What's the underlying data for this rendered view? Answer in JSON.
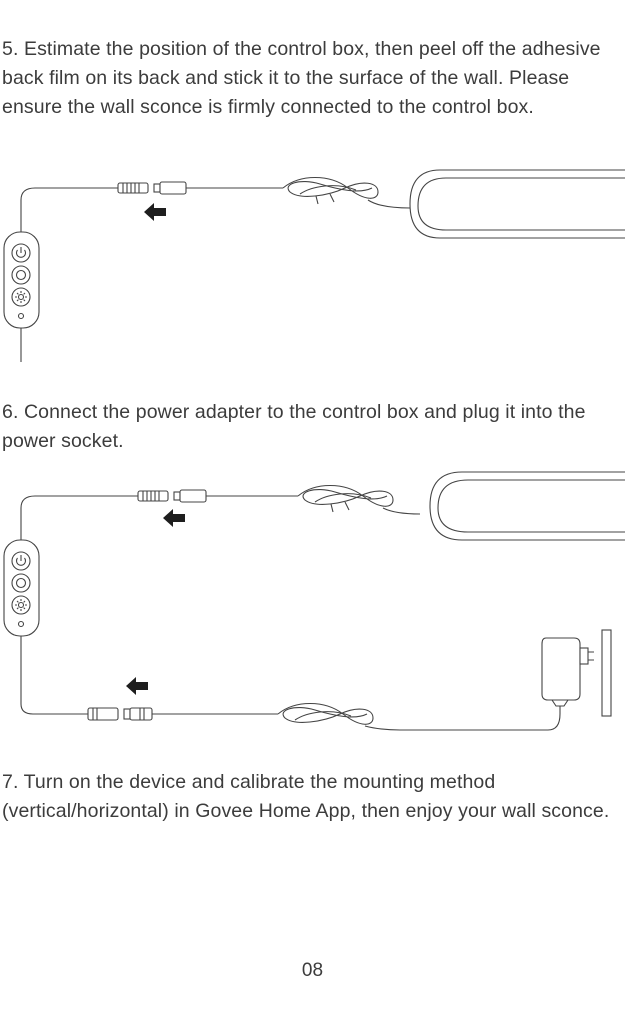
{
  "steps": [
    {
      "text": "5. Estimate the position of the control box, then peel off the adhesive back film on its back and stick it to the surface of the wall. Please ensure the wall sconce is firmly connected to the control box."
    },
    {
      "text": "6. Connect the power adapter to the control box and plug it into the power socket."
    },
    {
      "text": "7. Turn on the device and calibrate the mounting method (vertical/horizontal) in Govee Home App, then enjoy your wall sconce."
    }
  ],
  "page_number": "08",
  "icons": {
    "power": "power-icon",
    "mode": "mode-icon",
    "brightness": "brightness-icon",
    "brand": "govee-logo-icon",
    "arrow": "arrow-left-icon"
  }
}
